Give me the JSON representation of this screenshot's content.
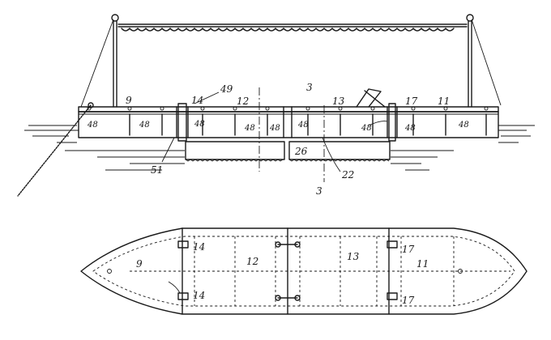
{
  "side_view": {
    "labels": {
      "hull_section_bow": "9",
      "hitch_left": "14",
      "hitch_left_part": "49",
      "hull_section_mid": "12",
      "section_mark_top": "3",
      "hull_section_center": "13",
      "hitch_right": "17",
      "hull_section_stern": "11",
      "float_label": "26",
      "float_pointer": "22",
      "section_mark_bottom": "3",
      "pin_label": "51"
    },
    "rail_post_label": "48"
  },
  "plan_view": {
    "labels": {
      "section_bow": "9",
      "hitch_top_left": "14",
      "section_mid": "12",
      "section_center": "13",
      "hitch_top_right": "17",
      "section_stern": "11",
      "hitch_bottom_left": "14",
      "hitch_bottom_right": "17"
    }
  }
}
